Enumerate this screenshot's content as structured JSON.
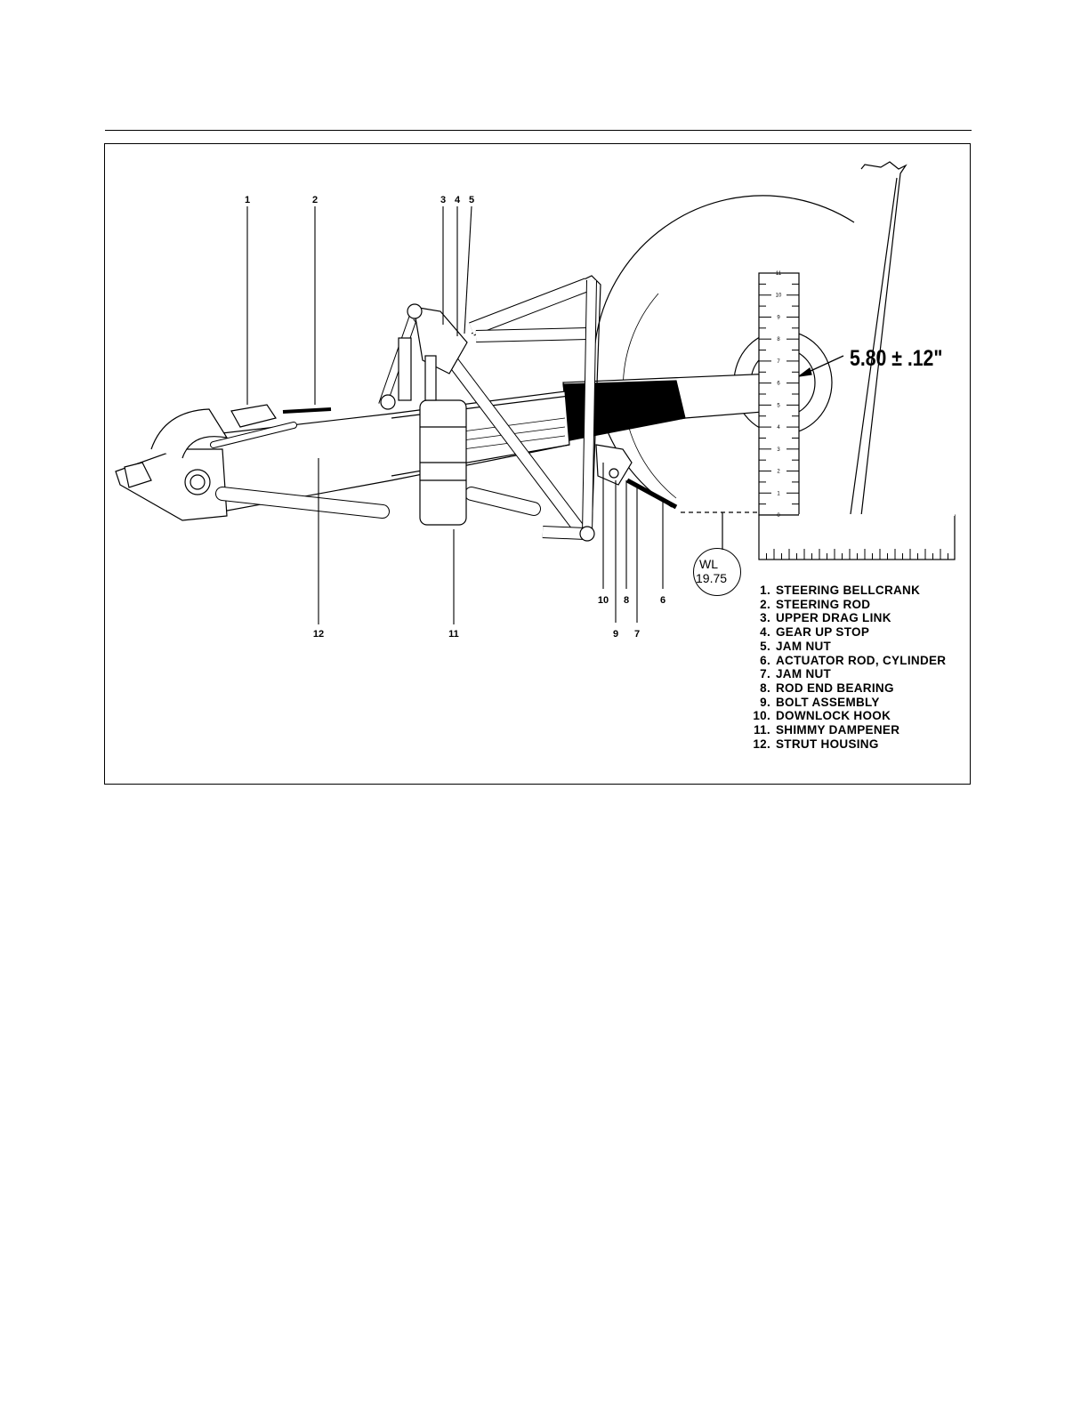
{
  "figure": {
    "callouts": [
      "1",
      "2",
      "3",
      "4",
      "5",
      "6",
      "7",
      "8",
      "9",
      "10",
      "11",
      "12"
    ],
    "dimension_label": "5.80 ± .12\"",
    "waterline": {
      "line1": "WL",
      "line2": "19.75"
    },
    "legend": [
      {
        "num": "1.",
        "text": "STEERING BELLCRANK"
      },
      {
        "num": "2.",
        "text": "STEERING ROD"
      },
      {
        "num": "3.",
        "text": "UPPER DRAG LINK"
      },
      {
        "num": "4.",
        "text": "GEAR UP STOP"
      },
      {
        "num": "5.",
        "text": "JAM NUT"
      },
      {
        "num": "6.",
        "text": "ACTUATOR ROD, CYLINDER"
      },
      {
        "num": "7.",
        "text": "JAM NUT"
      },
      {
        "num": "8.",
        "text": "ROD END BEARING"
      },
      {
        "num": "9.",
        "text": "BOLT ASSEMBLY"
      },
      {
        "num": "10.",
        "text": "DOWNLOCK HOOK"
      },
      {
        "num": "11.",
        "text": "SHIMMY DAMPENER"
      },
      {
        "num": "12.",
        "text": "STRUT HOUSING"
      }
    ],
    "ruler_ticks": [
      "0",
      "1",
      "2",
      "3",
      "4",
      "5",
      "6",
      "7",
      "8",
      "9",
      "10",
      "11"
    ]
  }
}
